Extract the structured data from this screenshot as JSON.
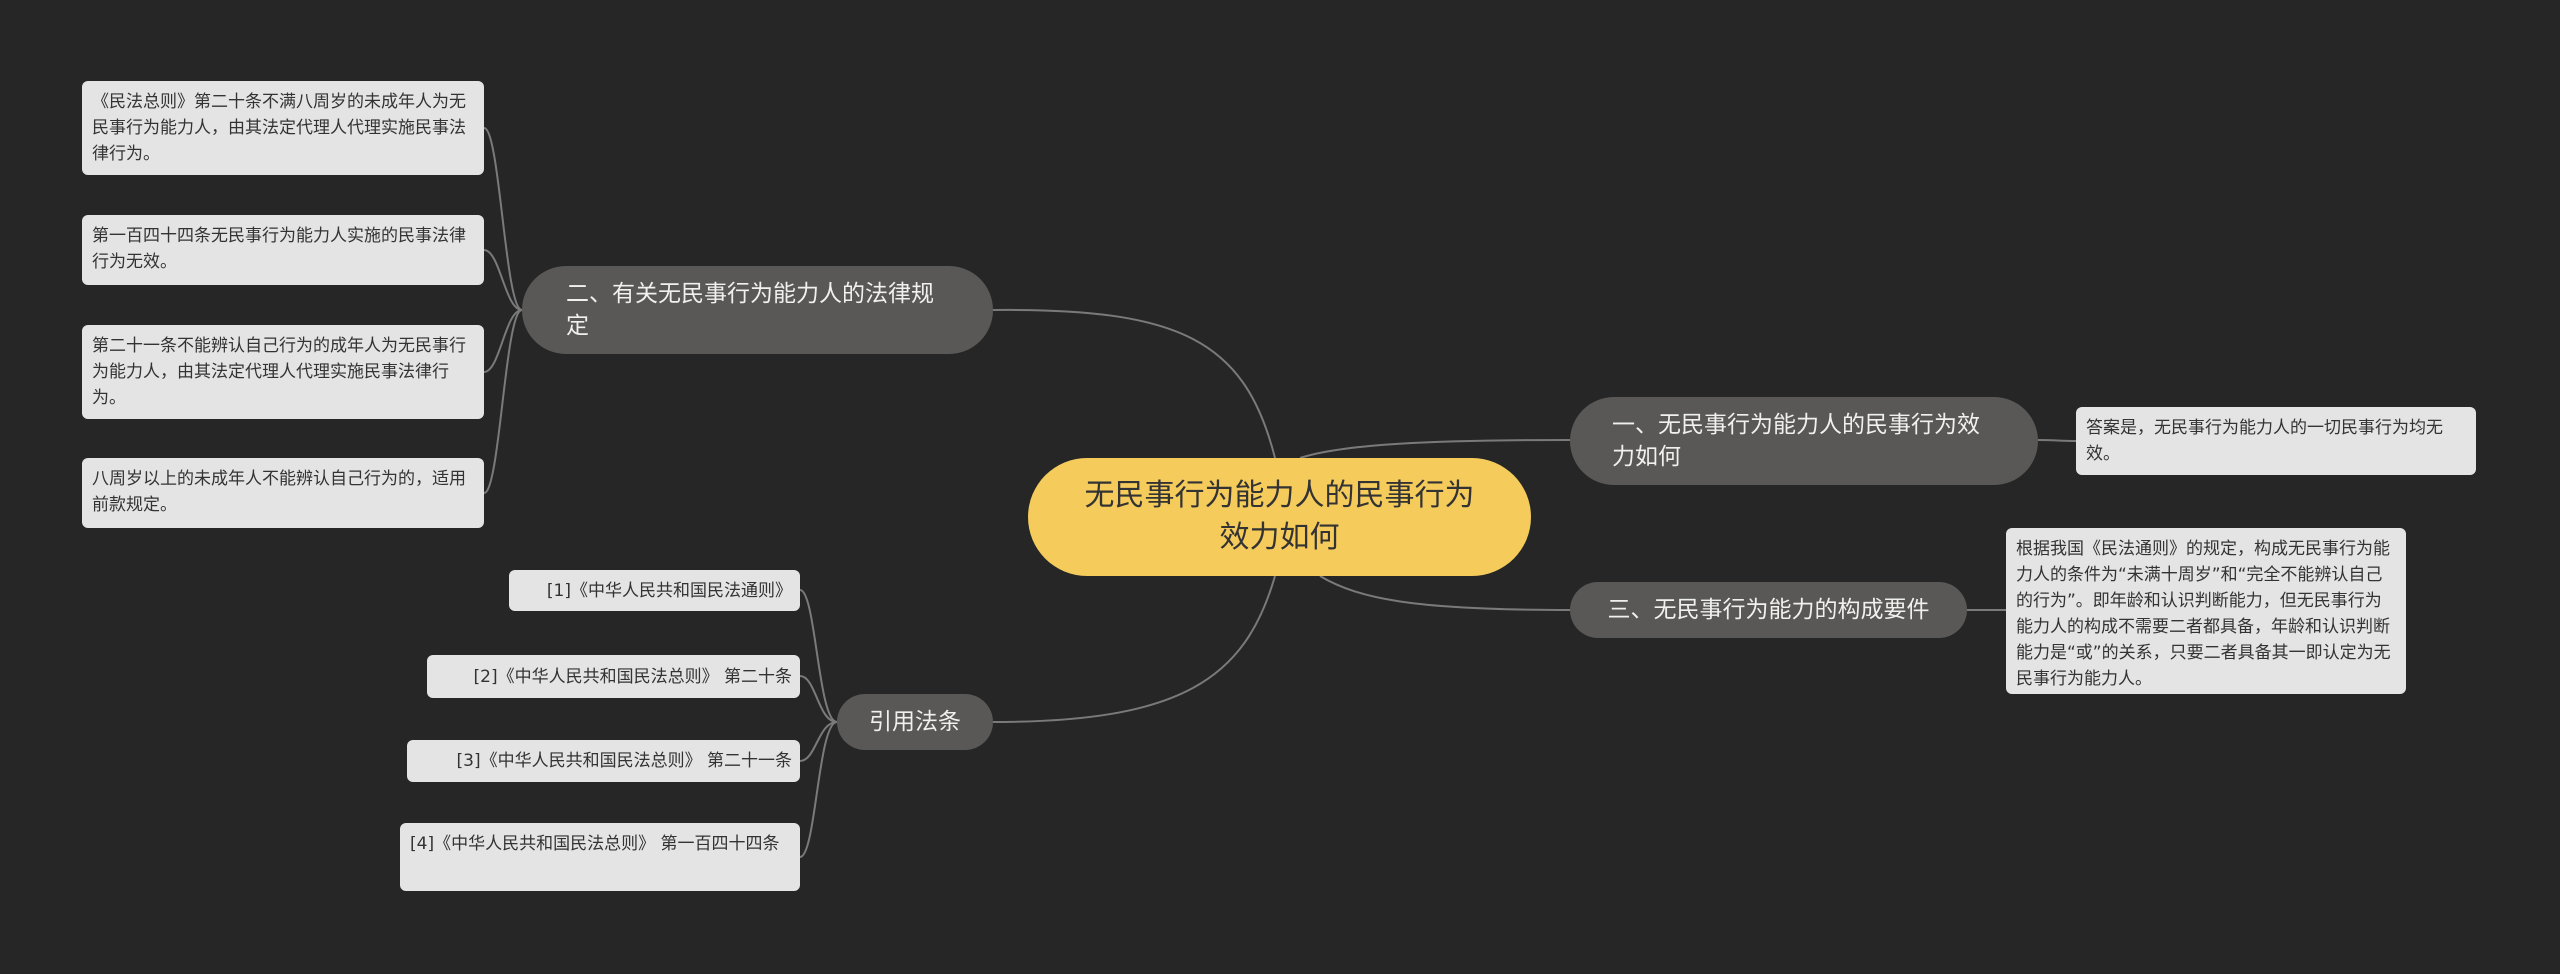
{
  "diagram": {
    "root": {
      "text": "无民事行为能力人的民事行为效力如何"
    },
    "branches": {
      "law": {
        "text": "二、有关无民事行为能力人的法律规定",
        "leaves": [
          "《民法总则》第二十条不满八周岁的未成年人为无民事行为能力人，由其法定代理人代理实施民事法律行为。",
          "第一百四十四条无民事行为能力人实施的民事法律行为无效。",
          "第二十一条不能辨认自己行为的成年人为无民事行为能力人，由其法定代理人代理实施民事法律行为。",
          "八周岁以上的未成年人不能辨认自己行为的，适用前款规定。"
        ]
      },
      "citations": {
        "text": "引用法条",
        "leaves": [
          "[1]《中华人民共和国民法通则》",
          "[2]《中华人民共和国民法总则》 第二十条",
          "[3]《中华人民共和国民法总则》 第二十一条",
          "[4]《中华人民共和国民法总则》 第一百四十四条"
        ]
      },
      "effect": {
        "text": "一、无民事行为能力人的民事行为效力如何",
        "leaves": [
          "答案是，无民事行为能力人的一切民事行为均无效。"
        ]
      },
      "requirements": {
        "text": "三、无民事行为能力的构成要件",
        "leaves": [
          "根据我国《民法通则》的规定，构成无民事行为能力人的条件为“未满十周岁”和“完全不能辨认自己的行为”。即年龄和认识判断能力，但无民事行为能力人的构成不需要二者都具备，年龄和认识判断能力是“或”的关系，只要二者具备其一即认定为无民事行为能力人。"
        ]
      }
    }
  },
  "colors": {
    "background": "#262626",
    "root_fill": "#f5cb5c",
    "branch_fill": "#595856",
    "leaf_fill": "#e4e4e4",
    "connector": "#7a7a7a"
  }
}
